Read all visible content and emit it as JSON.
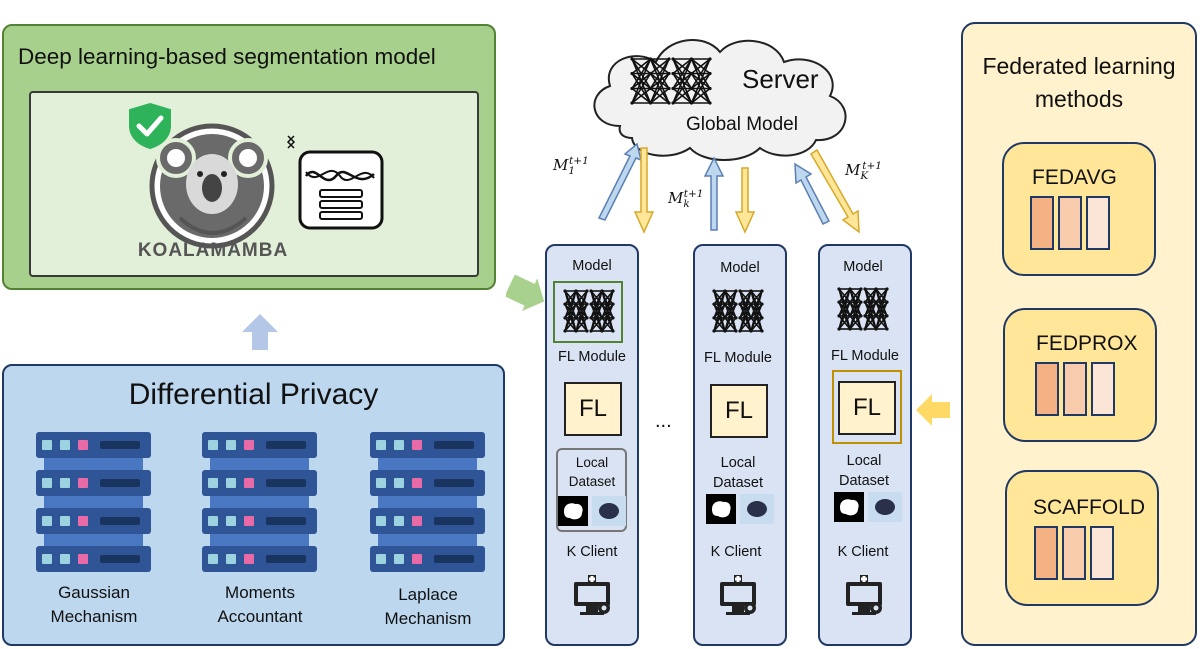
{
  "segmentation": {
    "title": "Deep learning-based segmentation model",
    "logo_text": "KOALAMAMBA"
  },
  "privacy": {
    "title": "Differential Privacy",
    "mechanisms": [
      {
        "line1": "Gaussian",
        "line2": "Mechanism"
      },
      {
        "line1": "Moments",
        "line2": "Accountant"
      },
      {
        "line1": "Laplace",
        "line2": "Mechanism"
      }
    ]
  },
  "server": {
    "title": "Server",
    "global_model": "Global Model"
  },
  "updates": [
    {
      "base": "M",
      "sub": "1",
      "sup": "t+1"
    },
    {
      "base": "M",
      "sub": "k",
      "sup": "t+1"
    },
    {
      "base": "M",
      "sub": "K",
      "sup": "t+1"
    }
  ],
  "client_labels": {
    "model": "Model",
    "fl_module": "FL Module",
    "fl": "FL",
    "dataset_line1": "Local",
    "dataset_line2": "Dataset",
    "client": "K Client"
  },
  "ellipsis": "...",
  "federated": {
    "title_line1": "Federated learning",
    "title_line2": "methods",
    "methods": [
      "FEDAVG",
      "FEDPROX",
      "SCAFFOLD"
    ]
  },
  "colors": {
    "green_panel": "#a8d08d",
    "blue_panel": "#bdd7ee",
    "client_panel": "#dae3f3",
    "fed_panel": "#fff2cc",
    "method_box": "#ffe699",
    "upload_arrow": "#bdd7ee",
    "download_arrow": "#ffe699",
    "bar_gradient": [
      "#f4b183",
      "#f8cbad",
      "#fbe5d6"
    ]
  }
}
